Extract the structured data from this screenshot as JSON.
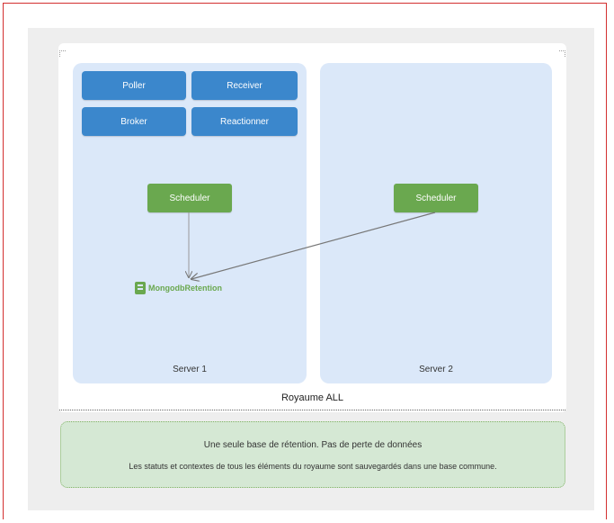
{
  "realm": {
    "title": "Royaume ALL"
  },
  "servers": [
    {
      "label": "Server 1",
      "daemons": [
        "Poller",
        "Receiver",
        "Broker",
        "Reactionner"
      ],
      "scheduler_label": "Scheduler",
      "mongo_label": "MongodbRetention"
    },
    {
      "label": "Server 2",
      "scheduler_label": "Scheduler"
    }
  ],
  "note": {
    "line1": "Une seule base de rétention. Pas de perte de données",
    "line2": "Les statuts et contextes de tous les éléments du royaume sont sauvegardés dans une base commune."
  },
  "colors": {
    "frame_border": "#d32f2f",
    "server_bg": "#dbe8f9",
    "daemon": "#3b87cc",
    "scheduler": "#6aa84f",
    "note_bg": "#d5e8d4"
  }
}
